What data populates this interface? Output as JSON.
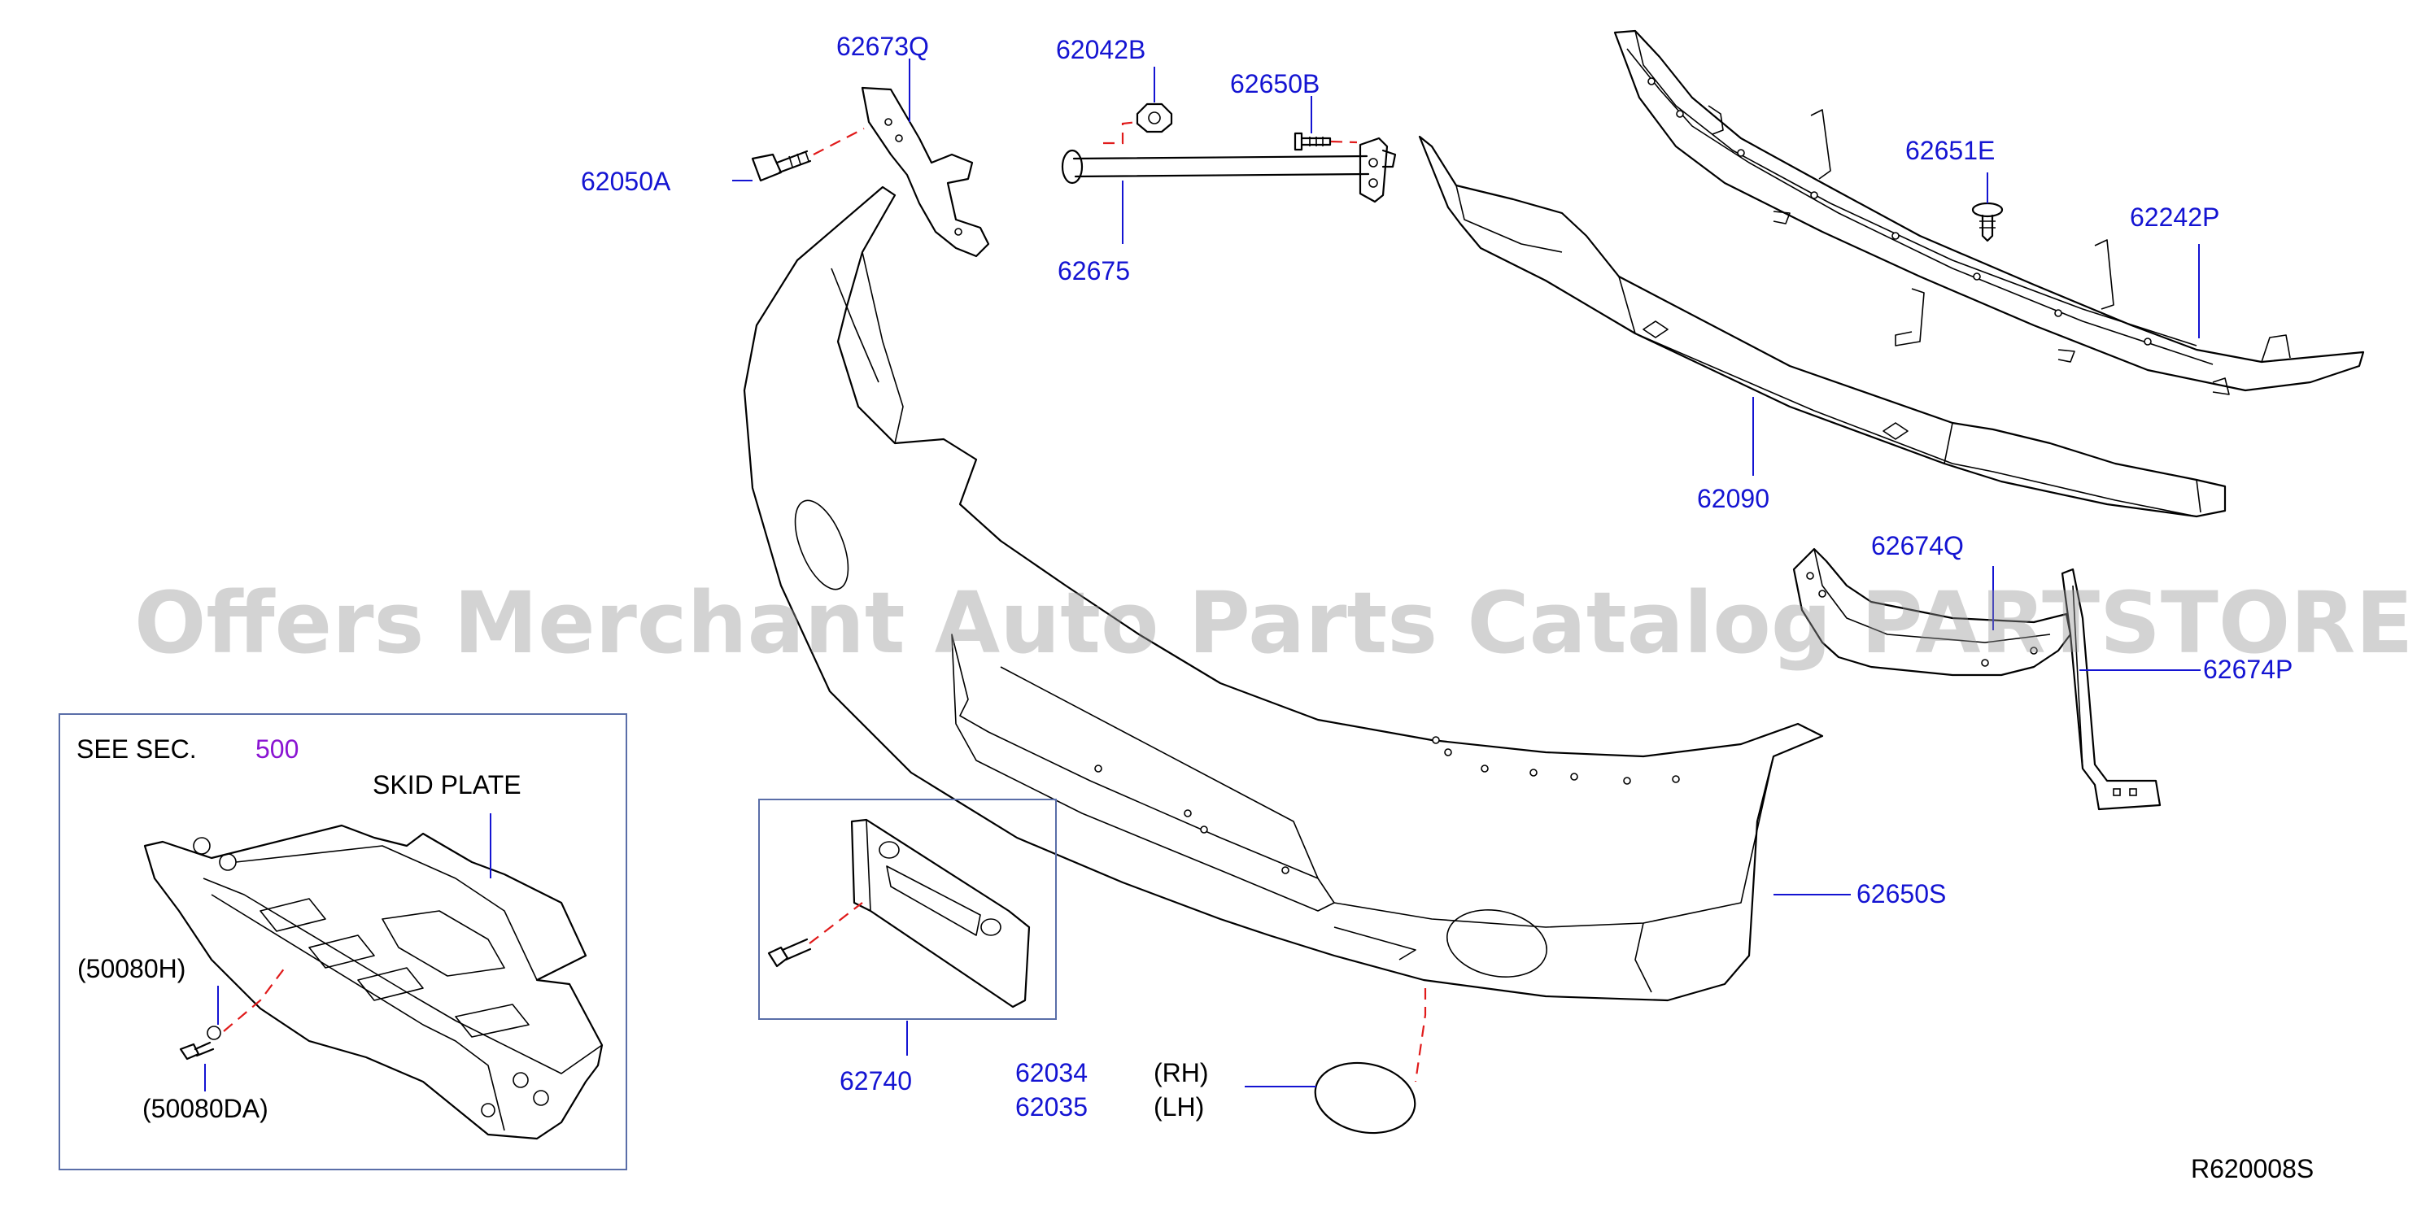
{
  "colors": {
    "label": "#1414d2",
    "reference": "#8a14d2",
    "dash": "#e01a1a",
    "watermark": "#969696",
    "box": "#5a6ea8"
  },
  "watermark": "Offers Merchant Auto Parts Catalog PARTSTORE.SA",
  "diagram_code": "R620008S",
  "inset": {
    "see_sec_label": "SEE  SEC.",
    "see_sec_number": "500",
    "skid_plate_label": "SKID  PLATE",
    "part_a": "(50080H)",
    "part_b": "(50080DA)"
  },
  "parts": {
    "p62673Q": "62673Q",
    "p62042B": "62042B",
    "p62650B": "62650B",
    "p62050A": "62050A",
    "p62675": "62675",
    "p62651E": "62651E",
    "p62242P": "62242P",
    "p62090": "62090",
    "p62674Q": "62674Q",
    "p62674P": "62674P",
    "p62650S": "62650S",
    "p62740": "62740",
    "p62034": "62034",
    "p62035": "62035"
  },
  "sides": {
    "rh": "(RH)",
    "lh": "(LH)"
  }
}
